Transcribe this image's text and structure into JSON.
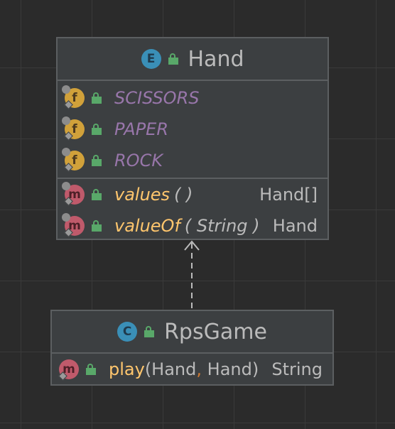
{
  "hand": {
    "badge": "E",
    "title": "Hand",
    "fields": [
      {
        "badge": "f",
        "name": "SCISSORS"
      },
      {
        "badge": "f",
        "name": "PAPER"
      },
      {
        "badge": "f",
        "name": "ROCK"
      }
    ],
    "methods": [
      {
        "badge": "m",
        "name": "values",
        "params": "( )",
        "return": "Hand[]"
      },
      {
        "badge": "m",
        "name": "valueOf",
        "params": "( String )",
        "return": "Hand"
      }
    ]
  },
  "rpsgame": {
    "badge": "C",
    "title": "RpsGame",
    "methods": [
      {
        "badge": "m",
        "name": "play",
        "param_open": "(Hand",
        "comma": ",",
        "param_close": " Hand)",
        "return": "String"
      }
    ]
  },
  "relation": {
    "type": "dependency",
    "from": "RpsGame",
    "to": "Hand"
  },
  "colors": {
    "background": "#2b2b2b",
    "node": "#3c3f41",
    "field": "#9876aa",
    "method": "#ffc66d",
    "accent": "#59a869"
  }
}
